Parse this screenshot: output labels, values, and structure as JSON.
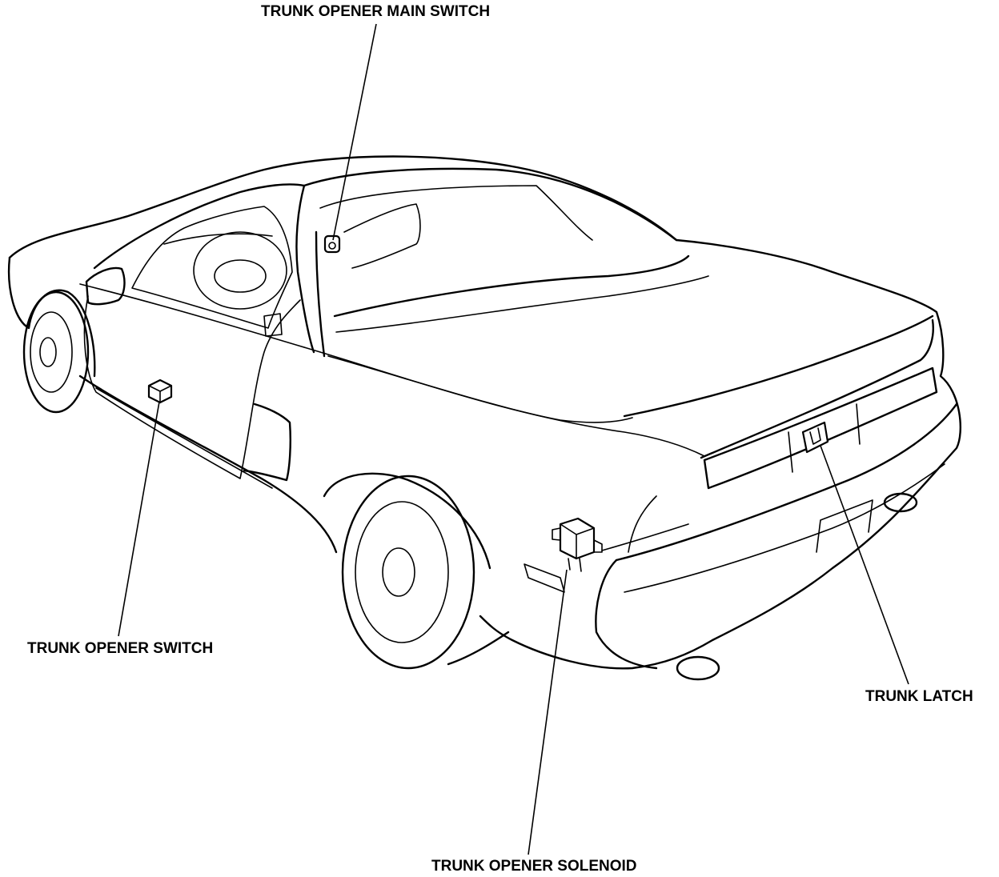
{
  "labels": {
    "main_switch": "TRUNK OPENER MAIN SWITCH",
    "opener_switch": "TRUNK OPENER SWITCH",
    "solenoid": "TRUNK OPENER SOLENOID",
    "latch": "TRUNK LATCH"
  }
}
